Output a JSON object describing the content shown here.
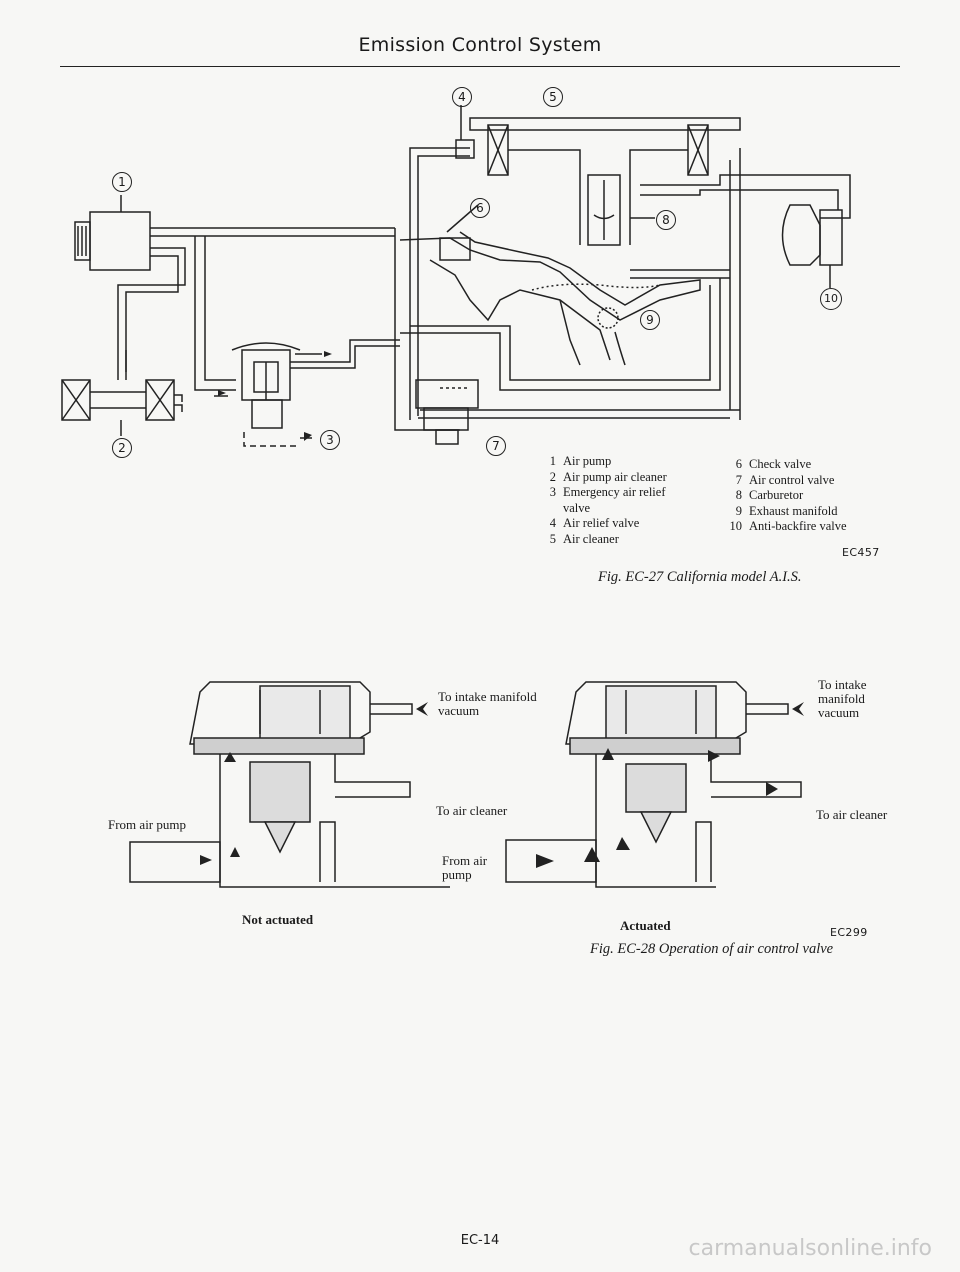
{
  "header": {
    "title": "Emission Control System"
  },
  "fig27": {
    "callouts": [
      "1",
      "2",
      "3",
      "4",
      "5",
      "6",
      "7",
      "8",
      "9",
      "10"
    ],
    "legend_left": [
      {
        "num": "1",
        "text": "Air pump"
      },
      {
        "num": "2",
        "text": "Air pump air cleaner"
      },
      {
        "num": "3",
        "text": "Emergency air relief"
      },
      {
        "num": "",
        "text": "valve"
      },
      {
        "num": "4",
        "text": "Air relief valve"
      },
      {
        "num": "5",
        "text": "Air cleaner"
      }
    ],
    "legend_right": [
      {
        "num": "6",
        "text": "Check valve"
      },
      {
        "num": "7",
        "text": "Air control valve"
      },
      {
        "num": "8",
        "text": "Carburetor"
      },
      {
        "num": "9",
        "text": "Exhaust manifold"
      },
      {
        "num": "10",
        "text": "Anti-backfire valve"
      }
    ],
    "code": "EC457",
    "caption": "Fig. EC-27  California model A.I.S."
  },
  "fig28": {
    "left": {
      "to_intake_1": "To intake manifold",
      "to_intake_2": "vacuum",
      "to_air_cleaner": "To air cleaner",
      "from_air_pump": "From air pump",
      "state": "Not actuated"
    },
    "right": {
      "to_intake_1": "To intake",
      "to_intake_2": "manifold",
      "to_intake_3": "vacuum",
      "to_air_cleaner": "To air cleaner",
      "from_air_1": "From air",
      "from_air_2": "pump",
      "state": "Actuated"
    },
    "code": "EC299",
    "caption": "Fig. EC-28  Operation of air control valve"
  },
  "footer": {
    "page": "EC-14"
  },
  "watermark": "carmanualsonline.info"
}
